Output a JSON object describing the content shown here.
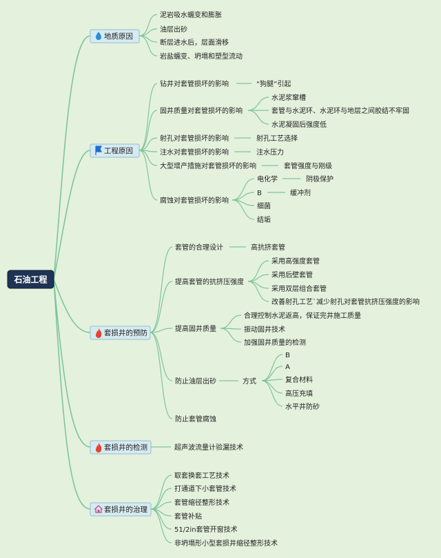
{
  "root": "石油工程",
  "branches": {
    "geo": {
      "label": "地质原因",
      "icon": "water-drop-icon",
      "items": [
        "泥岩吸水蠕变和膨胀",
        "油层出砂",
        "断层进水后，层面滑移",
        "岩盐蠕变、坍塌和塑型流动"
      ]
    },
    "eng": {
      "label": "工程原因",
      "icon": "flag-icon",
      "drill": {
        "label": "钻井对套管损坏的影响",
        "child": "“狗腿”引起"
      },
      "cement": {
        "label": "固井质量对套管损坏的影响",
        "children": [
          "水泥浆窜槽",
          "套管与水泥环、水泥环与地层之间胶结不牢固",
          "水泥凝固后强度低"
        ]
      },
      "perf": {
        "label": "射孔对套管损坏的影响",
        "child": "射孔工艺选择"
      },
      "inject": {
        "label": "注水对套管损坏的影响",
        "child": "注水压力"
      },
      "stim": {
        "label": "大型增产措施对套管损坏的影响",
        "child": "套管强度与刚级"
      },
      "corr": {
        "label": "腐蚀对套管损坏的影响",
        "elec": {
          "label": "电化学",
          "child": "阴极保护"
        },
        "b": {
          "label": "B",
          "child": "缓冲剂"
        },
        "bact": "细菌",
        "scale": "结垢"
      }
    },
    "prev": {
      "label": "套损井的预防",
      "icon": "fire-icon",
      "design": {
        "label": "套管的合理设计",
        "child": "高抗挤套管"
      },
      "collapse": {
        "label": "提高套管的抗挤压强度",
        "children": [
          "采用高强度套管",
          "采用后壁套管",
          "采用双层组合套管",
          "改善射孔工艺`减少射孔对套管抗挤压强度的影响"
        ]
      },
      "cementq": {
        "label": "提高固井质量",
        "children": [
          "合理控制水泥返高，保证完井施工质量",
          "振动固井技术",
          "加强固井质量的检测"
        ]
      },
      "sand": {
        "label": "防止油层出砂",
        "method": "方式",
        "children": [
          "B",
          "A",
          "复合材料",
          "高压充填",
          "水平井防砂"
        ]
      },
      "corrosion": "防止套管腐蚀"
    },
    "detect": {
      "label": "套损井的检测",
      "icon": "fire-icon",
      "child": "超声波流量计验漏技术"
    },
    "treat": {
      "label": "套损井的治理",
      "icon": "home-icon",
      "items": [
        "取套换套工艺技术",
        "打通道下小套管技术",
        "套管缩径整形技术",
        "套管补贴",
        "51/2in套管开窗技术",
        "非坍塌形小型套损井缩径整形技术"
      ]
    }
  },
  "colors": {
    "background": "#e4f1dd",
    "connector": "#7ec59a",
    "root_fill": "#1f3354",
    "branch_fill": "#d6eaf1",
    "branch_border": "#8fbfd0",
    "fire": "#e8422c",
    "water": "#2a8fd6",
    "flag": "#1f6fd1",
    "home": "#c24a8a"
  }
}
